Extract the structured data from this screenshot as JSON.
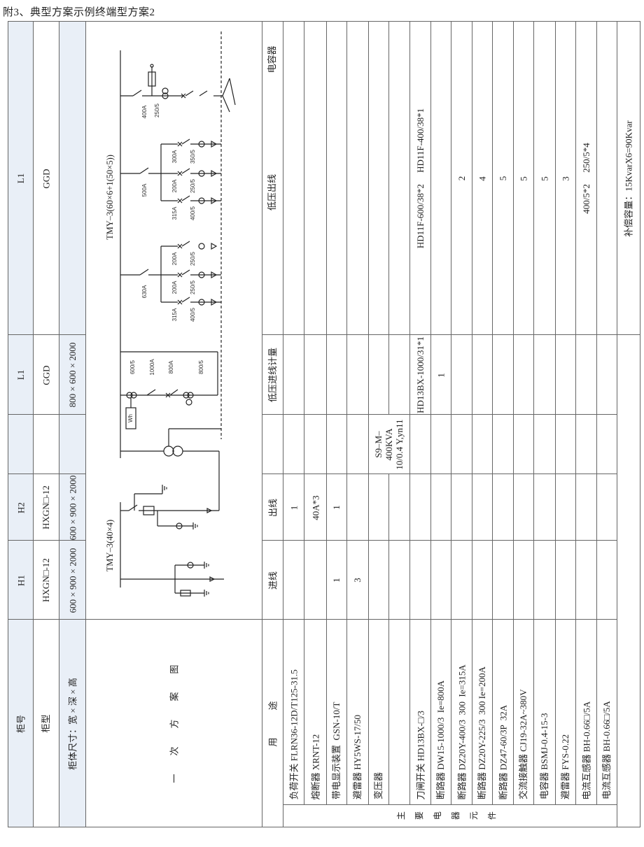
{
  "header": {
    "title": "附3、典型方案示例终端型方案2"
  },
  "labels": {
    "no": "柜号",
    "type": "柜型",
    "size": "柜体尺寸：宽 × 深 × 高",
    "diagram": "一　　次　　方　　案　　图",
    "usage": "用　　　途",
    "group": "主要电器元件"
  },
  "cabinets": {
    "h1": {
      "no": "H1",
      "type": "HXGN□-12",
      "size": "600 × 900 × 2000",
      "usage": "进线"
    },
    "h2": {
      "no": "H2",
      "type": "HXGN□-12",
      "size": "600 × 900 × 2000",
      "usage": "出线"
    },
    "l1a": {
      "no": "L1",
      "type": "GGD",
      "size": "800 × 600 × 2000",
      "usage": "低压进线计量"
    },
    "l1b": {
      "no": "L1",
      "type": "GGD",
      "usage": "低压出线",
      "usage2": "电容器"
    }
  },
  "transformer": "S9–M–\n400KVA\n10/0.4 Y,yn11",
  "rows": [
    {
      "label": "负荷开关 FLRN36-12D/T125-31.5",
      "h2": "1"
    },
    {
      "label": "熔断器 XRNT-12",
      "h2": "40A*3"
    },
    {
      "label": "带电显示装置  GSN-10/T",
      "h1": "1",
      "h2": "1"
    },
    {
      "label": "避雷器 HY5WS-17/50",
      "h1": "3"
    },
    {
      "label": "变压器"
    },
    {},
    {
      "label": "刀闸开关 HD13BX-□/3",
      "l1a": "HD13BX-1000/31*1",
      "l1b": "HD11F-600/38*2     HD11F-400/38*1"
    },
    {
      "label": "断路器 DW15-1000/3  Ie=800A",
      "l1a": "1"
    },
    {
      "label": "断路器 DZ20Y-400/3  300  Ie=315A",
      "l1b": "2"
    },
    {
      "label": "断路器 DZ20Y-225/3  300 Ie=200A",
      "l1b": "4"
    },
    {
      "label": "断路器 DZ47-60/3P  32A",
      "l1b": "5"
    },
    {
      "label": "交流接触器 CJ19-32A~380V",
      "l1b": "5"
    },
    {
      "label": "电容器 BSMJ-0.4-15-3",
      "l1b": "5"
    },
    {
      "label": "避雷器 FYS-0.22",
      "l1b": "3"
    },
    {
      "label": "电流互感器 BH-0.66□/5A",
      "l1b": "400/5*2     250/5*4"
    },
    {
      "label": "电流互感器 BH-0.66□/5A"
    }
  ],
  "compensation": "补偿容量：15KvarX6=90Kvar",
  "diagram": {
    "hv_bus": "TMY–3(40×4)",
    "lv_bus": "TMY–3(60×6+1(50×5))",
    "meter": "Wh",
    "incoming": [
      "600/5",
      "1000A",
      "800A",
      "800/5"
    ],
    "group_a": {
      "main": "630A",
      "f1": [
        "200A",
        "250/5"
      ],
      "f2": [
        "200A",
        "250/5"
      ],
      "f3": [
        "315A",
        "400/5"
      ]
    },
    "group_b": {
      "main": "500A",
      "f1": [
        "300A",
        "350/5"
      ],
      "f2": [
        "200A",
        "250/5"
      ],
      "f3": [
        "315A",
        "400/5"
      ]
    },
    "capacitor": [
      "400A",
      "250/5"
    ]
  }
}
